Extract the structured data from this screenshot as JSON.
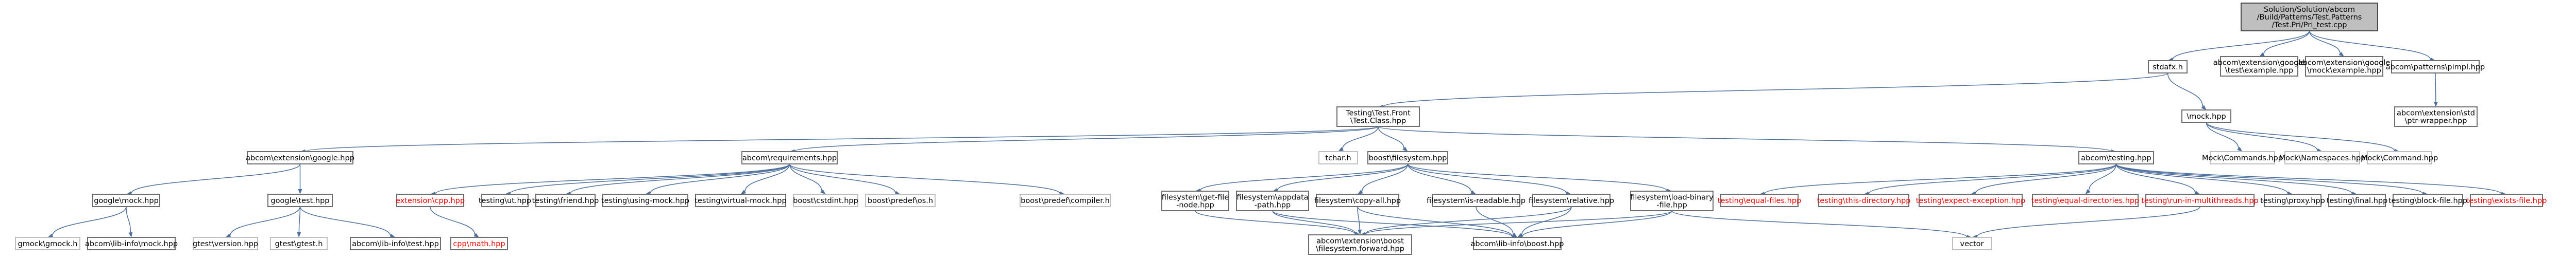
{
  "graph": {
    "type": "include-dependency-graph",
    "nodes": [
      {
        "id": "root",
        "lines": [
          "Solution/Solution/abcom",
          "/Build/Patterns/Test.Patterns",
          "/Test.Pri/Pri_test.cpp"
        ],
        "style": "root"
      },
      {
        "id": "n_stdafx",
        "lines": [
          "stdafx.h"
        ]
      },
      {
        "id": "n_gtest_example",
        "lines": [
          "abcom\\extension\\google",
          "\\test\\example.hpp"
        ]
      },
      {
        "id": "n_gmock_example",
        "lines": [
          "abcom\\extension\\google",
          "\\mock\\example.hpp"
        ]
      },
      {
        "id": "n_pimpl",
        "lines": [
          "abcom\\patterns\\pimpl.hpp"
        ]
      },
      {
        "id": "n_testfront",
        "lines": [
          "Testing\\Test.Front",
          "\\Test.Class.hpp"
        ]
      },
      {
        "id": "n_mock",
        "lines": [
          "\\mock.hpp"
        ]
      },
      {
        "id": "n_ptr_wrapper",
        "lines": [
          "abcom\\extension\\std",
          "\\ptr-wrapper.hpp"
        ]
      },
      {
        "id": "n_google_hpp",
        "lines": [
          "abcom\\extension\\google.hpp"
        ]
      },
      {
        "id": "n_requirements",
        "lines": [
          "abcom\\requirements.hpp"
        ]
      },
      {
        "id": "n_tchar",
        "lines": [
          "tchar.h"
        ],
        "style": "missing"
      },
      {
        "id": "n_filesystem",
        "lines": [
          "boost\\filesystem.hpp"
        ]
      },
      {
        "id": "n_testing",
        "lines": [
          "abcom\\testing.hpp"
        ]
      },
      {
        "id": "n_mock_commands",
        "lines": [
          "Mock\\Commands.hpp"
        ],
        "style": "missing"
      },
      {
        "id": "n_mock_namespaces",
        "lines": [
          "Mock\\Namespaces.hpp"
        ],
        "style": "missing"
      },
      {
        "id": "n_mock_command",
        "lines": [
          "Mock\\Command.hpp"
        ],
        "style": "missing"
      },
      {
        "id": "n_google_mock",
        "lines": [
          "google\\mock.hpp"
        ]
      },
      {
        "id": "n_google_test",
        "lines": [
          "google\\test.hpp"
        ]
      },
      {
        "id": "n_gmock_h",
        "lines": [
          "gmock\\gmock.h"
        ],
        "style": "missing"
      },
      {
        "id": "n_lib_gmock",
        "lines": [
          "abcom\\lib-info\\mock.hpp"
        ]
      },
      {
        "id": "n_gtest_version",
        "lines": [
          "gtest\\version.hpp"
        ],
        "style": "missing"
      },
      {
        "id": "n_gtest_h",
        "lines": [
          "gtest\\gtest.h"
        ],
        "style": "missing"
      },
      {
        "id": "n_lib_gtest",
        "lines": [
          "abcom\\lib-info\\test.hpp"
        ]
      },
      {
        "id": "n_extension_cpp",
        "lines": [
          "extension\\cpp.hpp"
        ],
        "style": "red"
      },
      {
        "id": "n_cpp_math",
        "lines": [
          "cpp\\math.hpp"
        ],
        "style": "red"
      },
      {
        "id": "n_testing_ut",
        "lines": [
          "testing\\ut.hpp"
        ]
      },
      {
        "id": "n_testing_friend",
        "lines": [
          "testing\\friend.hpp"
        ]
      },
      {
        "id": "n_testing_using_mock",
        "lines": [
          "testing\\using-mock.hpp"
        ]
      },
      {
        "id": "n_testing_virtual_mock",
        "lines": [
          "testing\\virtual-mock.hpp"
        ]
      },
      {
        "id": "n_cstdint",
        "lines": [
          "boost\\cstdint.hpp"
        ],
        "style": "missing"
      },
      {
        "id": "n_predef_os",
        "lines": [
          "boost\\predef\\os.h"
        ],
        "style": "missing"
      },
      {
        "id": "n_predef_compiler",
        "lines": [
          "boost\\predef\\compiler.h"
        ],
        "style": "missing"
      },
      {
        "id": "n_fs_get_file_node",
        "lines": [
          "filesystem\\get-file",
          "-node.hpp"
        ]
      },
      {
        "id": "n_fs_appdata",
        "lines": [
          "filesystem\\appdata",
          "-path.hpp"
        ]
      },
      {
        "id": "n_fs_copy_all",
        "lines": [
          "filesystem\\copy-all.hpp"
        ]
      },
      {
        "id": "n_fs_is_readable",
        "lines": [
          "filesystem\\is-readable.hpp"
        ]
      },
      {
        "id": "n_fs_relative",
        "lines": [
          "filesystem\\relative.hpp"
        ]
      },
      {
        "id": "n_fs_load_binary",
        "lines": [
          "filesystem\\load-binary",
          "-file.hpp"
        ]
      },
      {
        "id": "n_fs_forward",
        "lines": [
          "abcom\\extension\\boost",
          "\\filesystem.forward.hpp"
        ]
      },
      {
        "id": "n_lib_boost",
        "lines": [
          "abcom\\lib-info\\boost.hpp"
        ]
      },
      {
        "id": "n_vector",
        "lines": [
          "vector"
        ],
        "style": "missing"
      },
      {
        "id": "n_t_equal_files",
        "lines": [
          "testing\\equal-files.hpp"
        ],
        "style": "red"
      },
      {
        "id": "n_t_this_directory",
        "lines": [
          "testing\\this-directory.hpp"
        ],
        "style": "red"
      },
      {
        "id": "n_t_expect_exception",
        "lines": [
          "testing\\expect-exception.hpp"
        ],
        "style": "red"
      },
      {
        "id": "n_t_equal_directories",
        "lines": [
          "testing\\equal-directories.hpp"
        ],
        "style": "red"
      },
      {
        "id": "n_t_run_in_multithreads",
        "lines": [
          "testing\\run-in-multithreads.hpp"
        ],
        "style": "red"
      },
      {
        "id": "n_t_proxy",
        "lines": [
          "testing\\proxy.hpp"
        ]
      },
      {
        "id": "n_t_final",
        "lines": [
          "testing\\final.hpp"
        ]
      },
      {
        "id": "n_t_block_file",
        "lines": [
          "testing\\block-file.hpp"
        ]
      },
      {
        "id": "n_t_exists_file",
        "lines": [
          "testing\\exists-file.hpp"
        ],
        "style": "red"
      }
    ],
    "edges": [
      [
        "root",
        "n_stdafx"
      ],
      [
        "root",
        "n_gtest_example"
      ],
      [
        "root",
        "n_gmock_example"
      ],
      [
        "root",
        "n_pimpl"
      ],
      [
        "n_stdafx",
        "n_testfront"
      ],
      [
        "n_stdafx",
        "n_mock"
      ],
      [
        "n_pimpl",
        "n_ptr_wrapper"
      ],
      [
        "n_testfront",
        "n_google_hpp"
      ],
      [
        "n_testfront",
        "n_requirements"
      ],
      [
        "n_testfront",
        "n_tchar"
      ],
      [
        "n_testfront",
        "n_filesystem"
      ],
      [
        "n_testfront",
        "n_testing"
      ],
      [
        "n_mock",
        "n_mock_commands"
      ],
      [
        "n_mock",
        "n_mock_namespaces"
      ],
      [
        "n_mock",
        "n_mock_command"
      ],
      [
        "n_google_hpp",
        "n_google_mock"
      ],
      [
        "n_google_hpp",
        "n_google_test"
      ],
      [
        "n_google_mock",
        "n_gmock_h"
      ],
      [
        "n_google_mock",
        "n_lib_gmock"
      ],
      [
        "n_google_test",
        "n_gtest_version"
      ],
      [
        "n_google_test",
        "n_gtest_h"
      ],
      [
        "n_google_test",
        "n_lib_gtest"
      ],
      [
        "n_requirements",
        "n_extension_cpp"
      ],
      [
        "n_requirements",
        "n_testing_ut"
      ],
      [
        "n_requirements",
        "n_testing_friend"
      ],
      [
        "n_requirements",
        "n_testing_using_mock"
      ],
      [
        "n_requirements",
        "n_testing_virtual_mock"
      ],
      [
        "n_requirements",
        "n_cstdint"
      ],
      [
        "n_requirements",
        "n_predef_os"
      ],
      [
        "n_requirements",
        "n_predef_compiler"
      ],
      [
        "n_extension_cpp",
        "n_cpp_math"
      ],
      [
        "n_filesystem",
        "n_fs_get_file_node"
      ],
      [
        "n_filesystem",
        "n_fs_appdata"
      ],
      [
        "n_filesystem",
        "n_fs_copy_all"
      ],
      [
        "n_filesystem",
        "n_fs_is_readable"
      ],
      [
        "n_filesystem",
        "n_fs_relative"
      ],
      [
        "n_filesystem",
        "n_fs_load_binary"
      ],
      [
        "n_fs_get_file_node",
        "n_fs_forward"
      ],
      [
        "n_fs_appdata",
        "n_fs_forward"
      ],
      [
        "n_fs_appdata",
        "n_lib_boost"
      ],
      [
        "n_fs_copy_all",
        "n_fs_forward"
      ],
      [
        "n_fs_copy_all",
        "n_lib_boost"
      ],
      [
        "n_fs_is_readable",
        "n_lib_boost"
      ],
      [
        "n_fs_relative",
        "n_fs_forward"
      ],
      [
        "n_fs_relative",
        "n_lib_boost"
      ],
      [
        "n_fs_load_binary",
        "n_fs_forward"
      ],
      [
        "n_fs_load_binary",
        "n_lib_boost"
      ],
      [
        "n_fs_load_binary",
        "n_vector"
      ],
      [
        "n_testing",
        "n_t_equal_files"
      ],
      [
        "n_testing",
        "n_t_this_directory"
      ],
      [
        "n_testing",
        "n_t_expect_exception"
      ],
      [
        "n_testing",
        "n_t_equal_directories"
      ],
      [
        "n_testing",
        "n_t_run_in_multithreads"
      ],
      [
        "n_testing",
        "n_t_proxy"
      ],
      [
        "n_testing",
        "n_t_final"
      ],
      [
        "n_testing",
        "n_t_block_file"
      ],
      [
        "n_testing",
        "n_t_exists_file"
      ],
      [
        "n_t_run_in_multithreads",
        "n_vector"
      ]
    ]
  }
}
